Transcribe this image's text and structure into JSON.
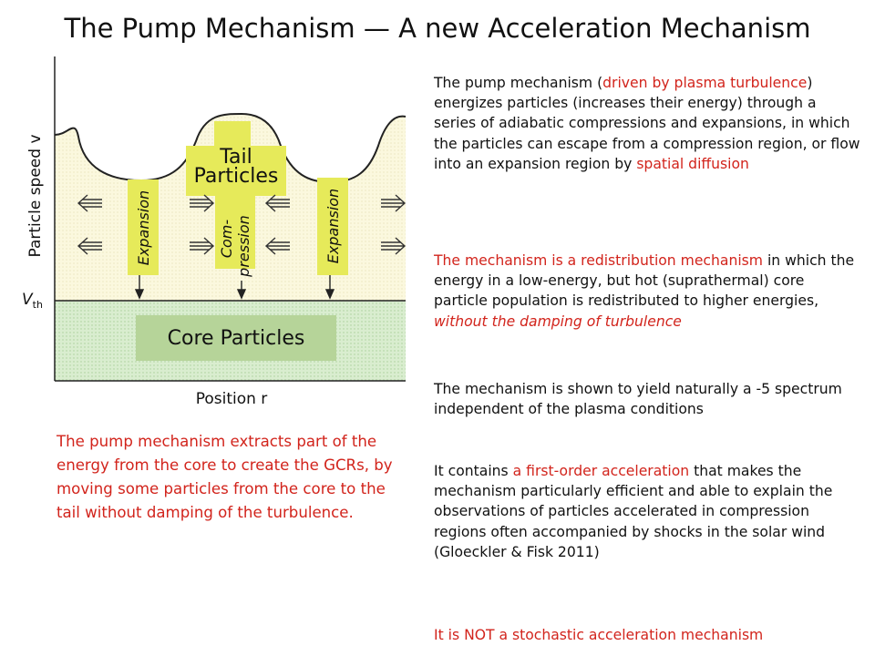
{
  "title": "The Pump Mechanism — A new Acceleration Mechanism",
  "diagram": {
    "y_axis_label": "Particle speed v",
    "vth_label": "V",
    "vth_sub": "th",
    "x_axis_label": "Position r",
    "tail_label_1": "Tail",
    "tail_label_2": "Particles",
    "core_label": "Core Particles",
    "expansion_left": "Expansion",
    "compression_1": "Com-",
    "compression_2": "pression",
    "expansion_right": "Expansion",
    "colors": {
      "tail_region": "#fbf7dc",
      "core_region": "#d7eccd",
      "yellow_label": "#e6ea5a",
      "core_box": "#b6d499"
    }
  },
  "paragraphs": {
    "p1": {
      "a": "The pump mechanism (",
      "b": "driven by plasma turbulence",
      "c": ") energizes  particles (increases their energy) through a series of adiabatic compressions and expansions, in which the particles can escape from a compression region, or flow into an expansion region by ",
      "d": "spatial diffusion"
    },
    "p2": {
      "a": "The mechanism is a redistribution mechanism",
      "b": " in which the energy in a low-energy, but hot (suprathermal) core particle population is redistributed to higher energies, ",
      "c": "without the damping of turbulence"
    },
    "p3": "The mechanism is shown to yield naturally a -5 spectrum independent of the plasma conditions",
    "p4": {
      "a": "It contains ",
      "b": "a first-order acceleration",
      "c": " that makes the mechanism particularly efficient and able to explain the observations of particles accelerated in compression regions often accompanied by shocks in the solar wind (Gloeckler & Fisk 2011)"
    },
    "p5": "It is NOT a stochastic acceleration mechanism"
  },
  "left_note": "The pump mechanism extracts part of the energy from the core to create the GCRs, by moving some particles from the core to the tail without damping of the turbulence."
}
